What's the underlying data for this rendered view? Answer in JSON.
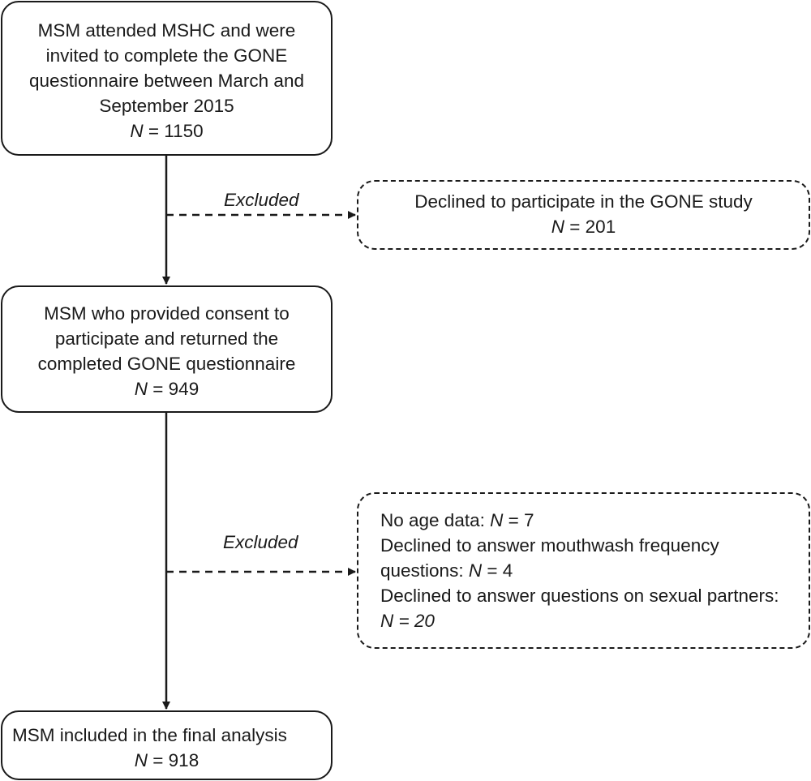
{
  "boxes": {
    "enrolled": {
      "lines": [
        "MSM attended MSHC and were",
        "invited to complete the GONE",
        "questionnaire between March and",
        "September 2015"
      ],
      "n_prefix": "N",
      "n_suffix": " = 1150"
    },
    "declined": {
      "lines": [
        "Declined to participate in the GONE study"
      ],
      "n_prefix": "N",
      "n_suffix": " = 201"
    },
    "consented": {
      "lines": [
        "MSM who provided consent to",
        "participate and returned the",
        "completed GONE questionnaire"
      ],
      "n_prefix": "N",
      "n_suffix": " = 949"
    },
    "excluded_reasons": {
      "item1_text": "No age data: ",
      "item1_n_prefix": "N",
      "item1_n_suffix": " = 7",
      "item2_line1": "Declined to answer mouthwash frequency",
      "item2_line2_text": "questions: ",
      "item2_n_prefix": "N",
      "item2_n_suffix": " = 4",
      "item3_line1": "Declined to answer questions on sexual partners:",
      "item3_n": "N = 20"
    },
    "final": {
      "lines": [
        "MSM included in the final analysis"
      ],
      "n_prefix": "N",
      "n_suffix": " = 918"
    }
  },
  "labels": {
    "excluded_1": "Excluded",
    "excluded_2": "Excluded"
  }
}
